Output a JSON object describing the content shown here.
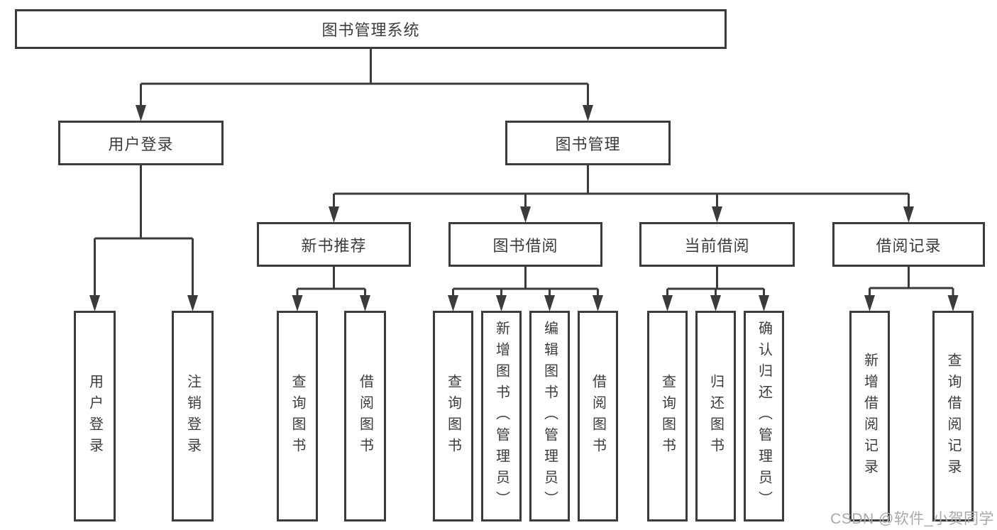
{
  "diagram": {
    "title": "图书管理系统",
    "tree": {
      "label": "图书管理系统",
      "children": [
        {
          "label": "用户登录",
          "children": [
            {
              "label": "用户登录"
            },
            {
              "label": "注销登录"
            }
          ]
        },
        {
          "label": "图书管理",
          "children": [
            {
              "label": "新书推荐",
              "children": [
                {
                  "label": "查询图书"
                },
                {
                  "label": "借阅图书"
                }
              ]
            },
            {
              "label": "图书借阅",
              "children": [
                {
                  "label": "查询图书"
                },
                {
                  "label": "新增图书（管理员）"
                },
                {
                  "label": "编辑图书（管理员）"
                },
                {
                  "label": "借阅图书"
                }
              ]
            },
            {
              "label": "当前借阅",
              "children": [
                {
                  "label": "查询图书"
                },
                {
                  "label": "归还图书"
                },
                {
                  "label": "确认归还（管理员）"
                }
              ]
            },
            {
              "label": "借阅记录",
              "children": [
                {
                  "label": "新增借阅记录"
                },
                {
                  "label": "查询借阅记录"
                }
              ]
            }
          ]
        }
      ]
    }
  },
  "watermark": {
    "text": "CSDN @软件_小贺同学"
  },
  "colors": {
    "line": "#3b3b3b",
    "box_border": "#3b3b3b",
    "box_fill": "#ffffff",
    "text": "#3c3c3c",
    "watermark": "#a9a9a9",
    "background": "#ffffff"
  }
}
